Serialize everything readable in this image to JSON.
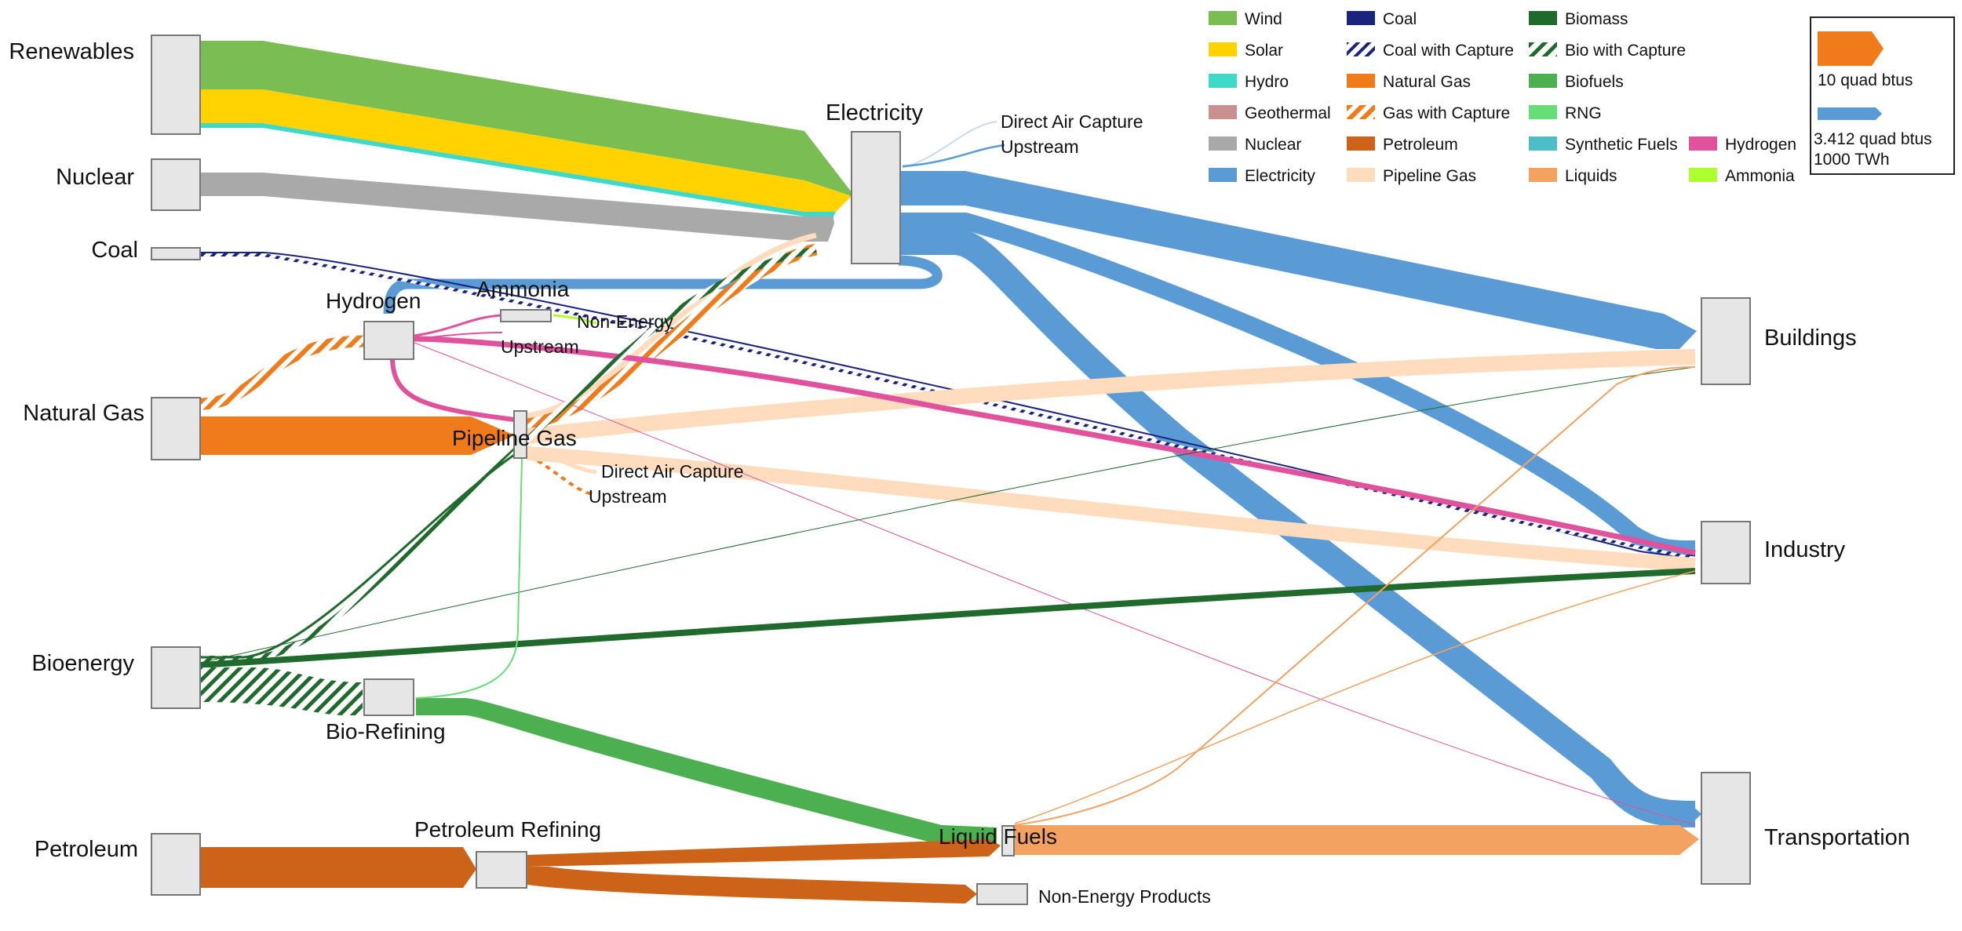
{
  "nodes": {
    "renewables": "Renewables",
    "nuclear": "Nuclear",
    "coal": "Coal",
    "natural_gas": "Natural Gas",
    "bioenergy": "Bioenergy",
    "petroleum": "Petroleum",
    "electricity": "Electricity",
    "hydrogen": "Hydrogen",
    "ammonia": "Ammonia",
    "pipeline_gas": "Pipeline Gas",
    "bio_refining": "Bio-Refining",
    "petroleum_refining": "Petroleum Refining",
    "liquid_fuels": "Liquid Fuels",
    "buildings": "Buildings",
    "industry": "Industry",
    "transportation": "Transportation",
    "non_energy_products": "Non-Energy Products",
    "elec_dac": "Direct Air Capture",
    "elec_upstream": "Upstream",
    "h2_non_energy": "Non-Energy",
    "h2_upstream": "Upstream",
    "pg_dac": "Direct Air Capture",
    "pg_upstream": "Upstream"
  },
  "legend": [
    {
      "label": "Wind",
      "color": "#7abd52"
    },
    {
      "label": "Solar",
      "color": "#ffd200"
    },
    {
      "label": "Hydro",
      "color": "#40d9c8"
    },
    {
      "label": "Geothermal",
      "color": "#c99090"
    },
    {
      "label": "Nuclear",
      "color": "#a9a9a9"
    },
    {
      "label": "Electricity",
      "color": "#5b9bd5"
    },
    {
      "label": "Coal",
      "color": "#1a237e"
    },
    {
      "label": "Coal with Capture",
      "color": "#1a237e",
      "hatched": true
    },
    {
      "label": "Natural Gas",
      "color": "#ef7b1a"
    },
    {
      "label": "Gas with Capture",
      "color": "#ef7b1a",
      "hatched": true
    },
    {
      "label": "Petroleum",
      "color": "#cc6318"
    },
    {
      "label": "Pipeline Gas",
      "color": "#ffdcbd"
    },
    {
      "label": "Biomass",
      "color": "#1f6a2c"
    },
    {
      "label": "Bio with Capture",
      "color": "#1f6a2c",
      "hatched": true
    },
    {
      "label": "Biofuels",
      "color": "#4caf50"
    },
    {
      "label": "RNG",
      "color": "#66dd77"
    },
    {
      "label": "Synthetic Fuels",
      "color": "#4bbec8"
    },
    {
      "label": "Liquids",
      "color": "#f4a261"
    },
    {
      "label": "Hydrogen",
      "color": "#e0529c"
    },
    {
      "label": "Ammonia",
      "color": "#adff2f"
    }
  ],
  "scale": {
    "orange_label": "10 quad btus",
    "blue_label_1": "3.412 quad btus",
    "blue_label_2": "1000 TWh",
    "orange_color": "#ef7b1a",
    "blue_color": "#5b9bd5"
  }
}
